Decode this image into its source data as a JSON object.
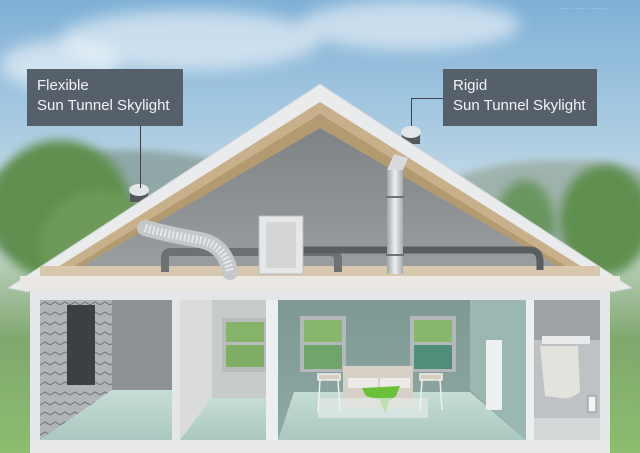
{
  "diagram": {
    "subject": "House cross-section showing sun tunnel skylights",
    "labels": [
      {
        "id": "flexible",
        "line1": "Flexible",
        "line2": "Sun Tunnel Skylight"
      },
      {
        "id": "rigid",
        "line1": "Rigid",
        "line2": "Sun Tunnel Skylight"
      }
    ],
    "watermark": "················",
    "rooms": [
      "closet-left",
      "hallway",
      "bedroom",
      "closet-right"
    ],
    "colors": {
      "label_bg": "#56606a",
      "label_text": "#f2f4f5",
      "roof": "#e8eaec",
      "insulation": "#c9b28a",
      "attic_wall": "#8e9396",
      "bedroom_wall": "#7f9a96",
      "floor": "#b9d3cc",
      "blanket": "#6cc13a"
    }
  }
}
